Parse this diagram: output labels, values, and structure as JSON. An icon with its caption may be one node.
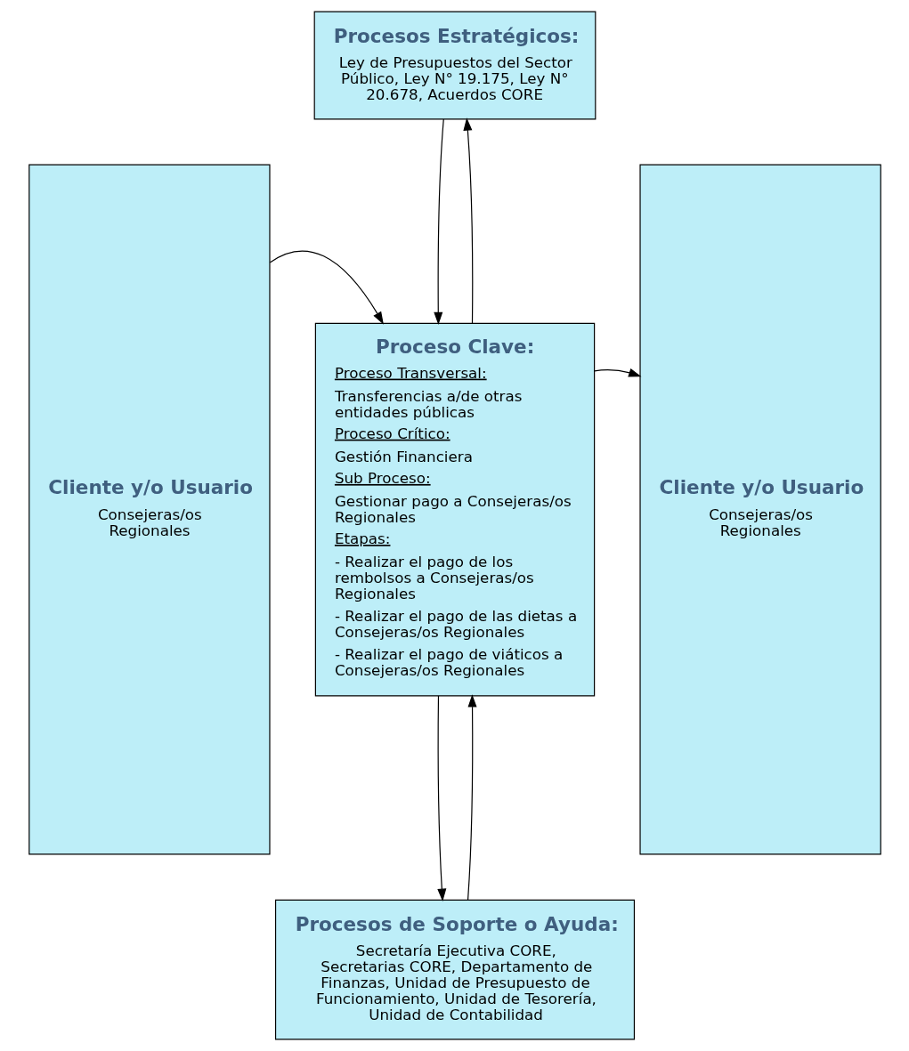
{
  "diagram": {
    "nodes": [
      {
        "text": [
          "Cliente y/o Usuario",
          "Consejeras/os Regionales"
        ]
      },
      {
        "text": [
          "Procesos Estratégicos:",
          "Ley de Presupuestos del Sector Público, Ley N° 19.175, Ley N° 20.678, Acuerdos CORE"
        ]
      },
      {
        "text": [
          "Proceso Clave:",
          "Proceso Transversal:",
          "Transferencias a/de otras entidades públicas",
          "Proceso Crítico:",
          "Gestión Financiera",
          "Sub Proceso:",
          "Gestionar pago a Consejeras/os Regionales",
          "Etapas:",
          "- Realizar el pago de los rembolsos a Consejeras/os Regionales",
          "- Realizar el pago de las dietas a Consejeras/os Regionales",
          "- Realizar el pago de viáticos a Consejeras/os Regionales"
        ]
      },
      {
        "text": [
          "Procesos de Soporte o Ayuda:",
          "Secretaría Ejecutiva CORE, Secretarias CORE, Departamento de Finanzas, Unidad de Presupuesto de Funcionamiento, Unidad de Tesorería, Unidad de Contabilidad"
        ]
      },
      {
        "text": [
          "Cliente y/o Usuario",
          "Consejeras/os Regionales"
        ]
      }
    ],
    "edges": [
      {
        "from": 0,
        "to": 2,
        "arrow": "to"
      },
      {
        "from": 1,
        "to": 2,
        "arrow": "to"
      },
      {
        "from": 2,
        "to": 1,
        "arrow": "to"
      },
      {
        "from": 2,
        "to": 3,
        "arrow": "to"
      },
      {
        "from": 3,
        "to": 2,
        "arrow": "to"
      },
      {
        "from": 2,
        "to": 4,
        "arrow": "to"
      }
    ]
  }
}
